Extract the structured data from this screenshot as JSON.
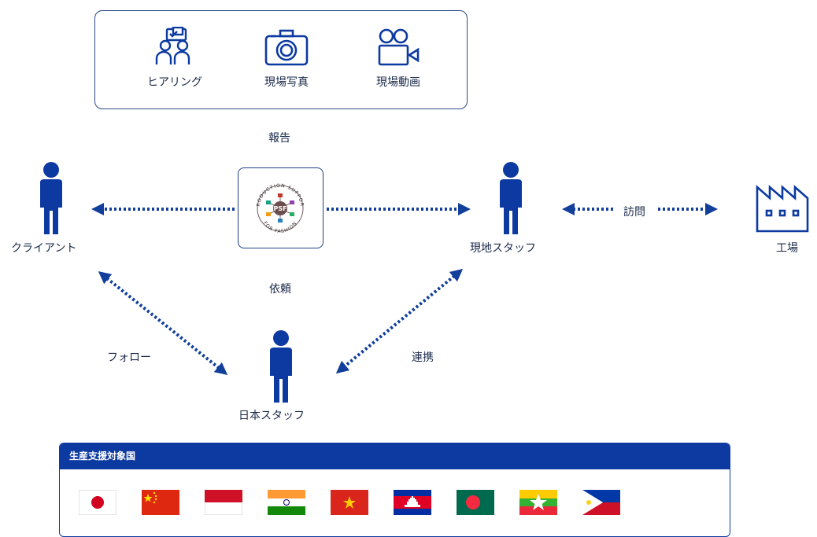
{
  "media": {
    "items": [
      {
        "label": "ヒアリング",
        "icon": "hearing-icon"
      },
      {
        "label": "現場写真",
        "icon": "camera-icon"
      },
      {
        "label": "現場動画",
        "icon": "video-icon"
      }
    ]
  },
  "diagram": {
    "report_label": "報告",
    "request_label": "依頼",
    "follow_label": "フォロー",
    "cooperation_label": "連携",
    "visit_label": "訪問",
    "client_label": "クライアント",
    "local_staff_label": "現地スタッフ",
    "japan_staff_label": "日本スタッフ",
    "factory_label": "工場",
    "logo": {
      "center_text": "PSF",
      "ring_top": "PRODUCTION SUPPORT",
      "ring_bottom": "FOR FASHION"
    }
  },
  "countries": {
    "title": "生産支援対象国",
    "flags": [
      "japan-flag",
      "china-flag",
      "indonesia-flag",
      "india-flag",
      "vietnam-flag",
      "cambodia-flag",
      "bangladesh-flag",
      "myanmar-flag",
      "philippines-flag"
    ]
  },
  "colors": {
    "primary": "#0d3aa0",
    "arrow": "#123f9c",
    "text": "#1b2a4a"
  }
}
